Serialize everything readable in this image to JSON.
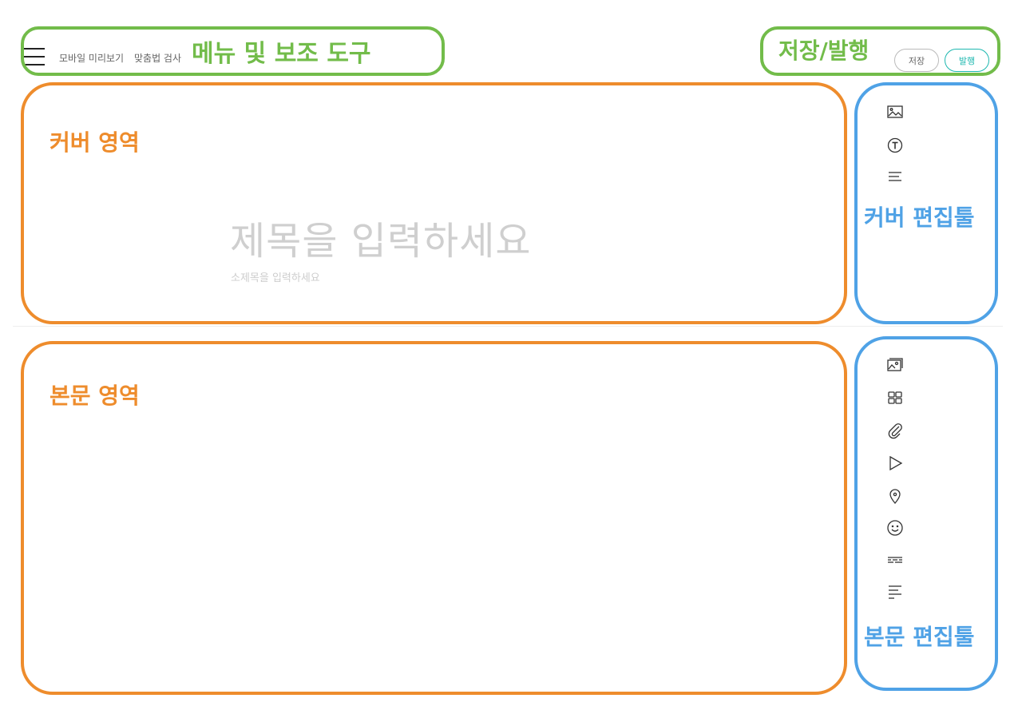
{
  "topbar": {
    "menu_icon": "hamburger-icon",
    "mobile_preview": "모바일 미리보기",
    "spell_check": "맞춤법 검사",
    "save_label": "저장",
    "publish_label": "발행"
  },
  "cover": {
    "title_placeholder": "제목을 입력하세요",
    "subtitle_placeholder": "소제목을 입력하세요"
  },
  "cover_toolbar": {
    "items": [
      {
        "icon": "image-icon",
        "label": "cover image"
      },
      {
        "icon": "text-circle-icon",
        "label": "title style"
      },
      {
        "icon": "align-icon",
        "label": "align"
      }
    ]
  },
  "body_toolbar": {
    "items": [
      {
        "icon": "photo-icon",
        "label": "photo"
      },
      {
        "icon": "grid-icon",
        "label": "gallery"
      },
      {
        "icon": "paperclip-icon",
        "label": "attach file"
      },
      {
        "icon": "play-icon",
        "label": "video"
      },
      {
        "icon": "map-pin-icon",
        "label": "place"
      },
      {
        "icon": "smiley-icon",
        "label": "emoticon"
      },
      {
        "icon": "divider-line-icon",
        "label": "divider"
      },
      {
        "icon": "paragraph-icon",
        "label": "paragraph style"
      }
    ]
  },
  "annotations": {
    "menu_tools": "메뉴 및 보조 도구",
    "save_publish": "저장/발행",
    "cover_area": "커버 영역",
    "cover_tools": "커버 편집툴",
    "body_area": "본문 영역",
    "body_tools": "본문 편집툴"
  },
  "colors": {
    "annotation_green": "#72bc4a",
    "annotation_orange": "#ee8c2c",
    "annotation_blue": "#4fa2e6",
    "publish_accent": "#1fb8b0",
    "placeholder_gray": "#cfcfcf"
  }
}
